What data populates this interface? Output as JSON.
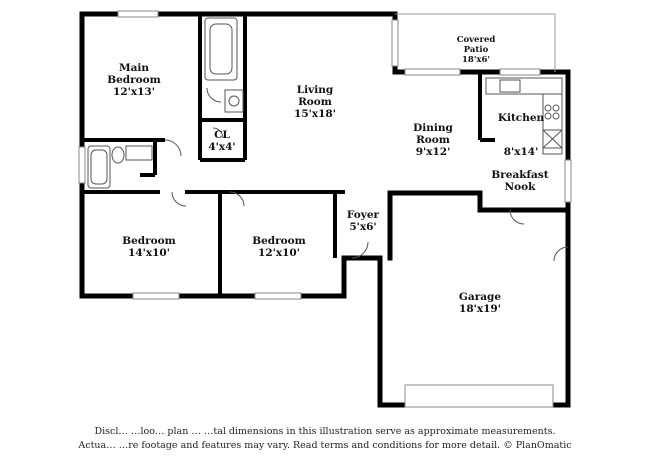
{
  "rooms": {
    "main_bedroom": {
      "name_line1": "Main",
      "name_line2": "Bedroom",
      "dims": "12'x13'"
    },
    "living_room": {
      "name_line1": "Living",
      "name_line2": "Room",
      "dims": "15'x18'"
    },
    "closet": {
      "name": "CL",
      "dims": "4'x4'"
    },
    "covered_patio": {
      "name_line1": "Covered",
      "name_line2": "Patio",
      "dims": "18'x6'"
    },
    "kitchen": {
      "name": "Kitchen",
      "dims": "8'x14'"
    },
    "dining_room": {
      "name_line1": "Dining",
      "name_line2": "Room",
      "dims": "9'x12'"
    },
    "breakfast_nook": {
      "name_line1": "Breakfast",
      "name_line2": "Nook"
    },
    "foyer": {
      "name": "Foyer",
      "dims": "5'x6'"
    },
    "bedroom_left": {
      "name": "Bedroom",
      "dims": "14'x10'"
    },
    "bedroom_mid": {
      "name": "Bedroom",
      "dims": "12'x10'"
    },
    "garage": {
      "name": "Garage",
      "dims": "18'x19'"
    }
  },
  "disclaimer": {
    "line1": "Discl…  …loo… plan … …tal dimensions in this illustration serve as approximate measurements.",
    "line2": "Actua… …re footage and features may vary. Read terms and conditions for more detail. © PlanOmatic"
  }
}
